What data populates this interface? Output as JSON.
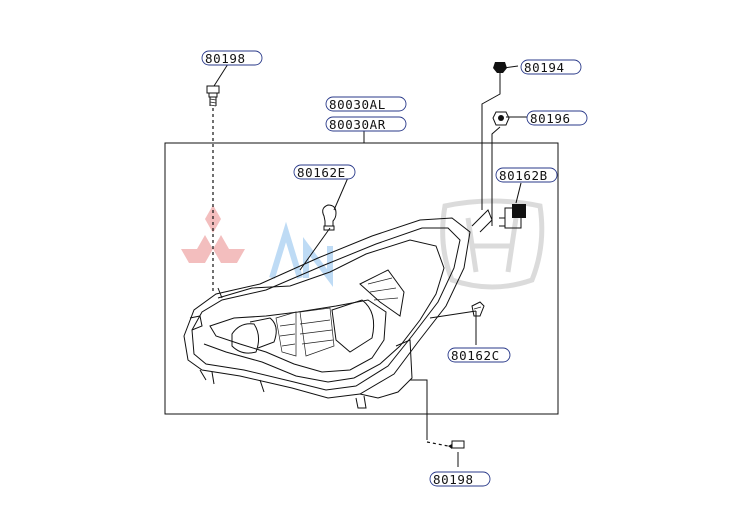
{
  "parts": {
    "top_left_bolt": "80198",
    "headlamp_left": "80030AL",
    "headlamp_right": "80030AR",
    "screw_top": "80194",
    "nut": "80196",
    "bulb_small": "80162E",
    "bulb_main": "80162B",
    "clip": "80162C",
    "bottom_bolt": "80198"
  },
  "colors": {
    "pill_border": "#2a3a8a",
    "line": "#111111",
    "watermark_red": "#f2b8b8",
    "watermark_blue": "#b8d8f4",
    "watermark_gray": "#d8d8d8"
  }
}
